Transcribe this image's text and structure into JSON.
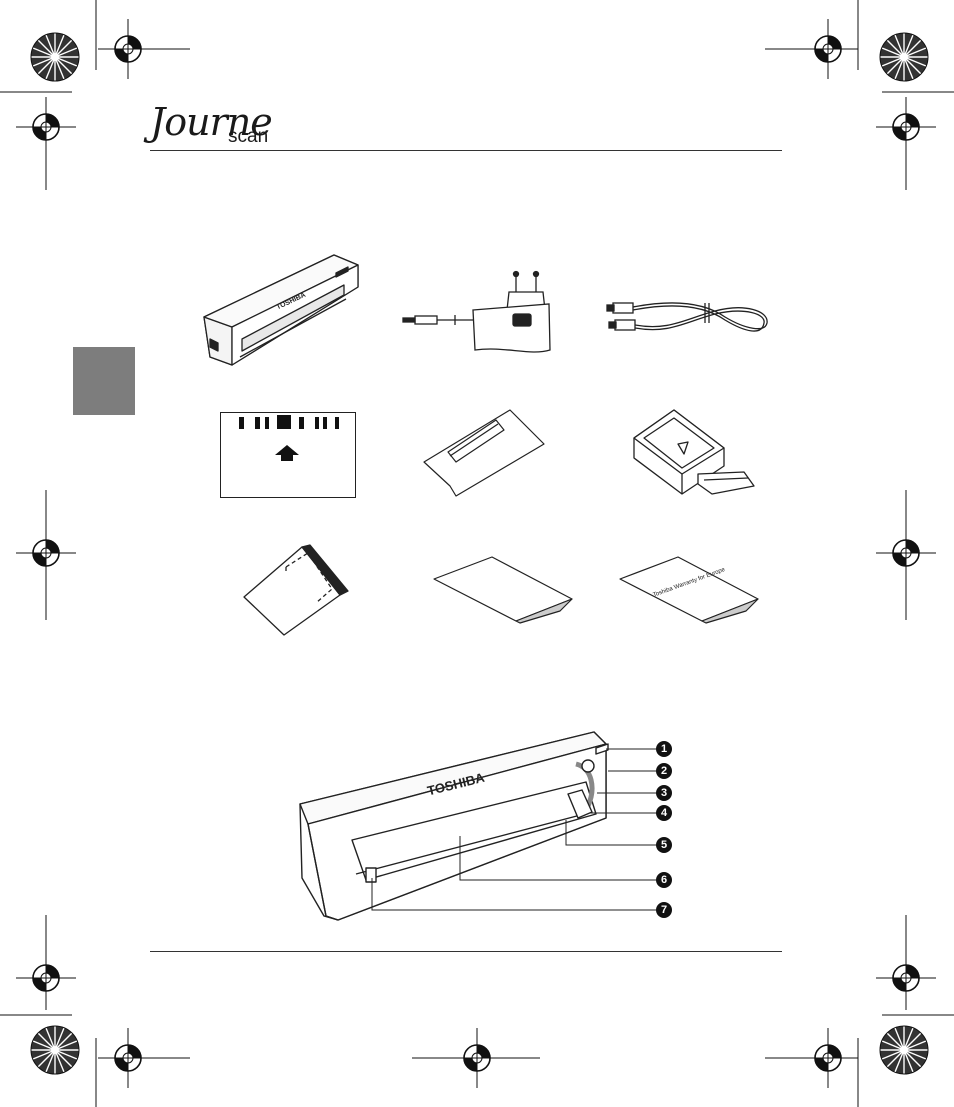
{
  "header": {
    "logo_script": "Journe",
    "logo_sub": "scan"
  },
  "scanner_brand": "TOSHIBA",
  "warranty_card_text": "Toshiba Warranty for Europe",
  "callouts": [
    "1",
    "2",
    "3",
    "4",
    "5",
    "6",
    "7"
  ],
  "colors": {
    "side_tab": "#7d7d7d",
    "ink": "#1a1a1a"
  },
  "icons": [
    "registration-mark-icon",
    "color-wheel-icon",
    "arrow-up-icon"
  ]
}
